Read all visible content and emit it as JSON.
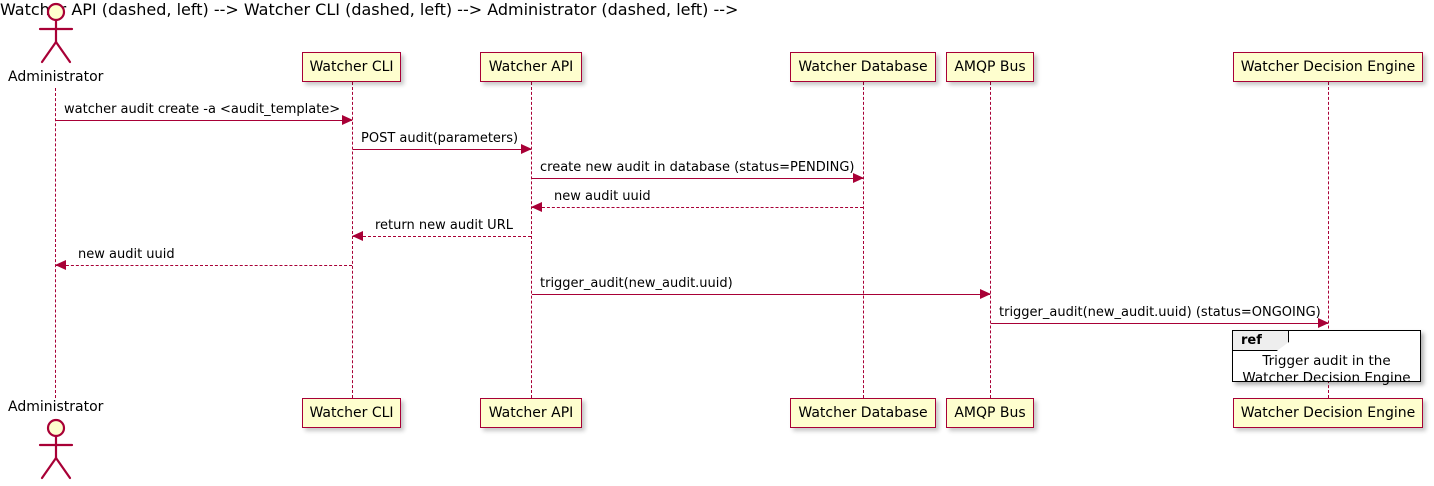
{
  "diagram": {
    "type": "uml-sequence-diagram",
    "title": "",
    "colors": {
      "participant_fill": "#FEFECE",
      "participant_border": "#A80036",
      "arrow": "#A80036",
      "lifeline": "#A80036",
      "ref_border": "#000000",
      "ref_tab_fill": "#EEEEEE",
      "background": "#FFFFFF",
      "text": "#000000"
    }
  },
  "actor": {
    "name": "Administrator",
    "top_label": "Administrator",
    "bottom_label": "Administrator"
  },
  "participants": [
    {
      "id": "cli",
      "label": "Watcher CLI"
    },
    {
      "id": "api",
      "label": "Watcher API"
    },
    {
      "id": "db",
      "label": "Watcher Database"
    },
    {
      "id": "amqp",
      "label": "AMQP Bus"
    },
    {
      "id": "engine",
      "label": "Watcher Decision Engine"
    }
  ],
  "messages": [
    {
      "id": "m1",
      "from": "Administrator",
      "to": "Watcher CLI",
      "label": "watcher audit create -a <audit_template>",
      "style": "solid",
      "direction": "right"
    },
    {
      "id": "m2",
      "from": "Watcher CLI",
      "to": "Watcher API",
      "label": "POST audit(parameters)",
      "style": "solid",
      "direction": "right"
    },
    {
      "id": "m3",
      "from": "Watcher API",
      "to": "Watcher Database",
      "label": "create new audit in database (status=PENDING)",
      "style": "solid",
      "direction": "right"
    },
    {
      "id": "m4",
      "from": "Watcher Database",
      "to": "Watcher API",
      "label": "new audit uuid",
      "style": "dashed",
      "direction": "left"
    },
    {
      "id": "m5",
      "from": "Watcher API",
      "to": "Watcher CLI",
      "label": "return new audit URL",
      "style": "dashed",
      "direction": "left"
    },
    {
      "id": "m6",
      "from": "Watcher CLI",
      "to": "Administrator",
      "label": "new audit uuid",
      "style": "dashed",
      "direction": "left"
    },
    {
      "id": "m7",
      "from": "Watcher API",
      "to": "AMQP Bus",
      "label": "trigger_audit(new_audit.uuid)",
      "style": "solid",
      "direction": "right"
    },
    {
      "id": "m8",
      "from": "AMQP Bus",
      "to": "Watcher Decision Engine",
      "label": "trigger_audit(new_audit.uuid) (status=ONGOING)",
      "style": "solid",
      "direction": "right"
    }
  ],
  "ref_fragment": {
    "tag": "ref",
    "line1": "Trigger audit in the",
    "line2": "Watcher Decision Engine"
  }
}
